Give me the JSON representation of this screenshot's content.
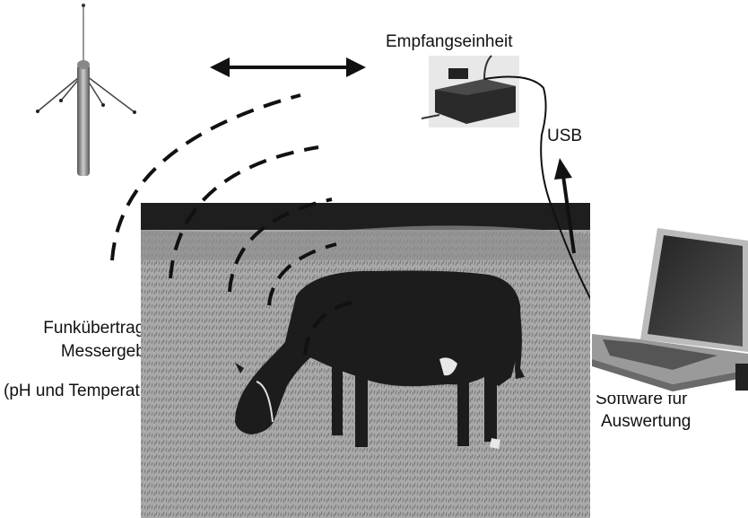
{
  "labels": {
    "receiver": "Empfangseinheit",
    "usb": "USB",
    "transmission_line1": "Funkübertragung der",
    "transmission_line2": "Messergebnisse",
    "measurement": "(pH und Temperatur)",
    "software_line1": "Software für",
    "software_line2": "Auswertung"
  },
  "images": {
    "antenna": "antenna-photo",
    "receiver": "receiver-unit-photo",
    "pasture": "grazing-cow-photo",
    "laptop": "laptop-photo"
  },
  "arrows": {
    "radio_link": "double-headed-arrow",
    "usb_link": "upward-arrow"
  }
}
